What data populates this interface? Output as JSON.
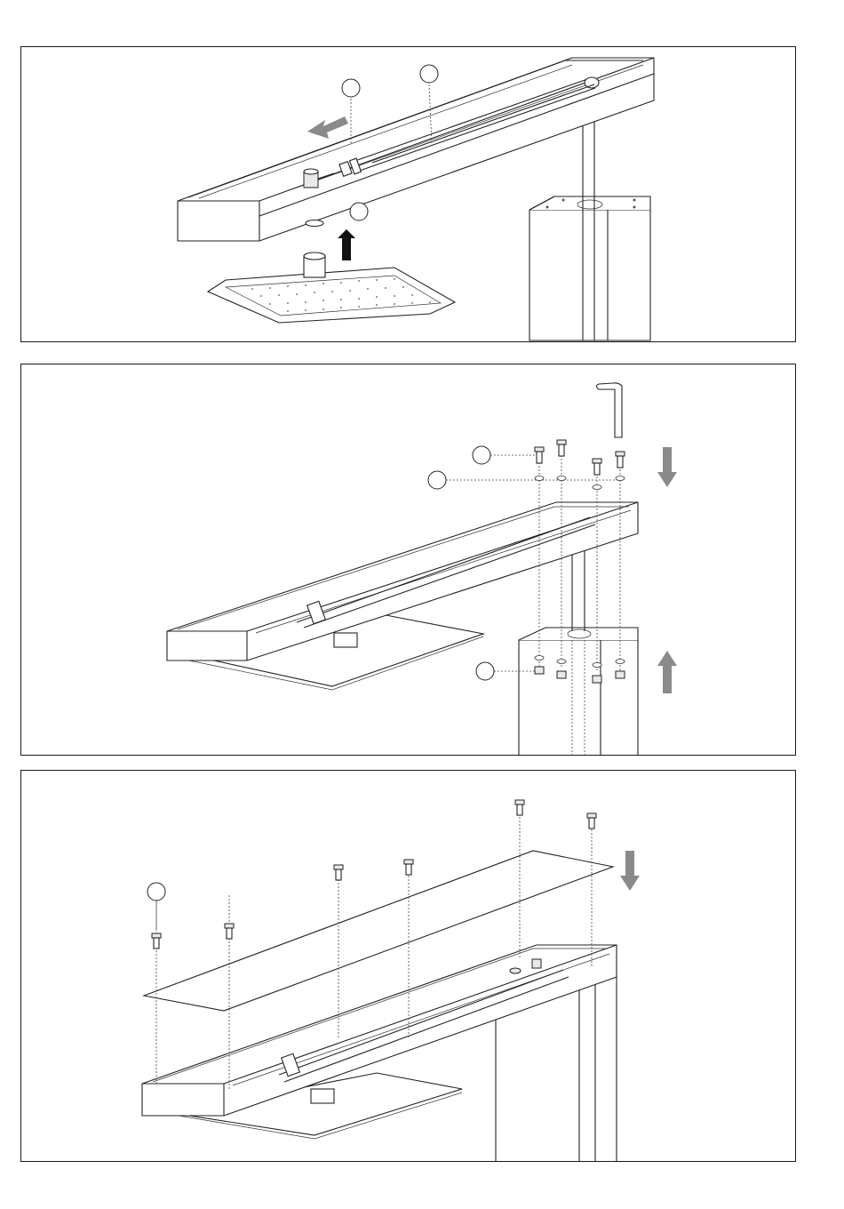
{
  "document": {
    "type": "assembly-instructions",
    "panels": [
      {
        "id": "step-1",
        "callouts": [
          {
            "label": ""
          },
          {
            "label": ""
          },
          {
            "label": ""
          }
        ],
        "arrows": [
          {
            "direction": "left",
            "color": "#8a8a8a"
          },
          {
            "direction": "up",
            "color": "#111111"
          }
        ]
      },
      {
        "id": "step-2",
        "callouts": [
          {
            "label": ""
          },
          {
            "label": ""
          },
          {
            "label": ""
          }
        ],
        "arrows": [
          {
            "direction": "down",
            "color": "#8a8a8a"
          },
          {
            "direction": "up",
            "color": "#8a8a8a"
          }
        ],
        "tools": [
          "hex-key-icon"
        ]
      },
      {
        "id": "step-3",
        "callouts": [
          {
            "label": ""
          }
        ],
        "arrows": [
          {
            "direction": "down",
            "color": "#8a8a8a"
          }
        ]
      }
    ]
  }
}
